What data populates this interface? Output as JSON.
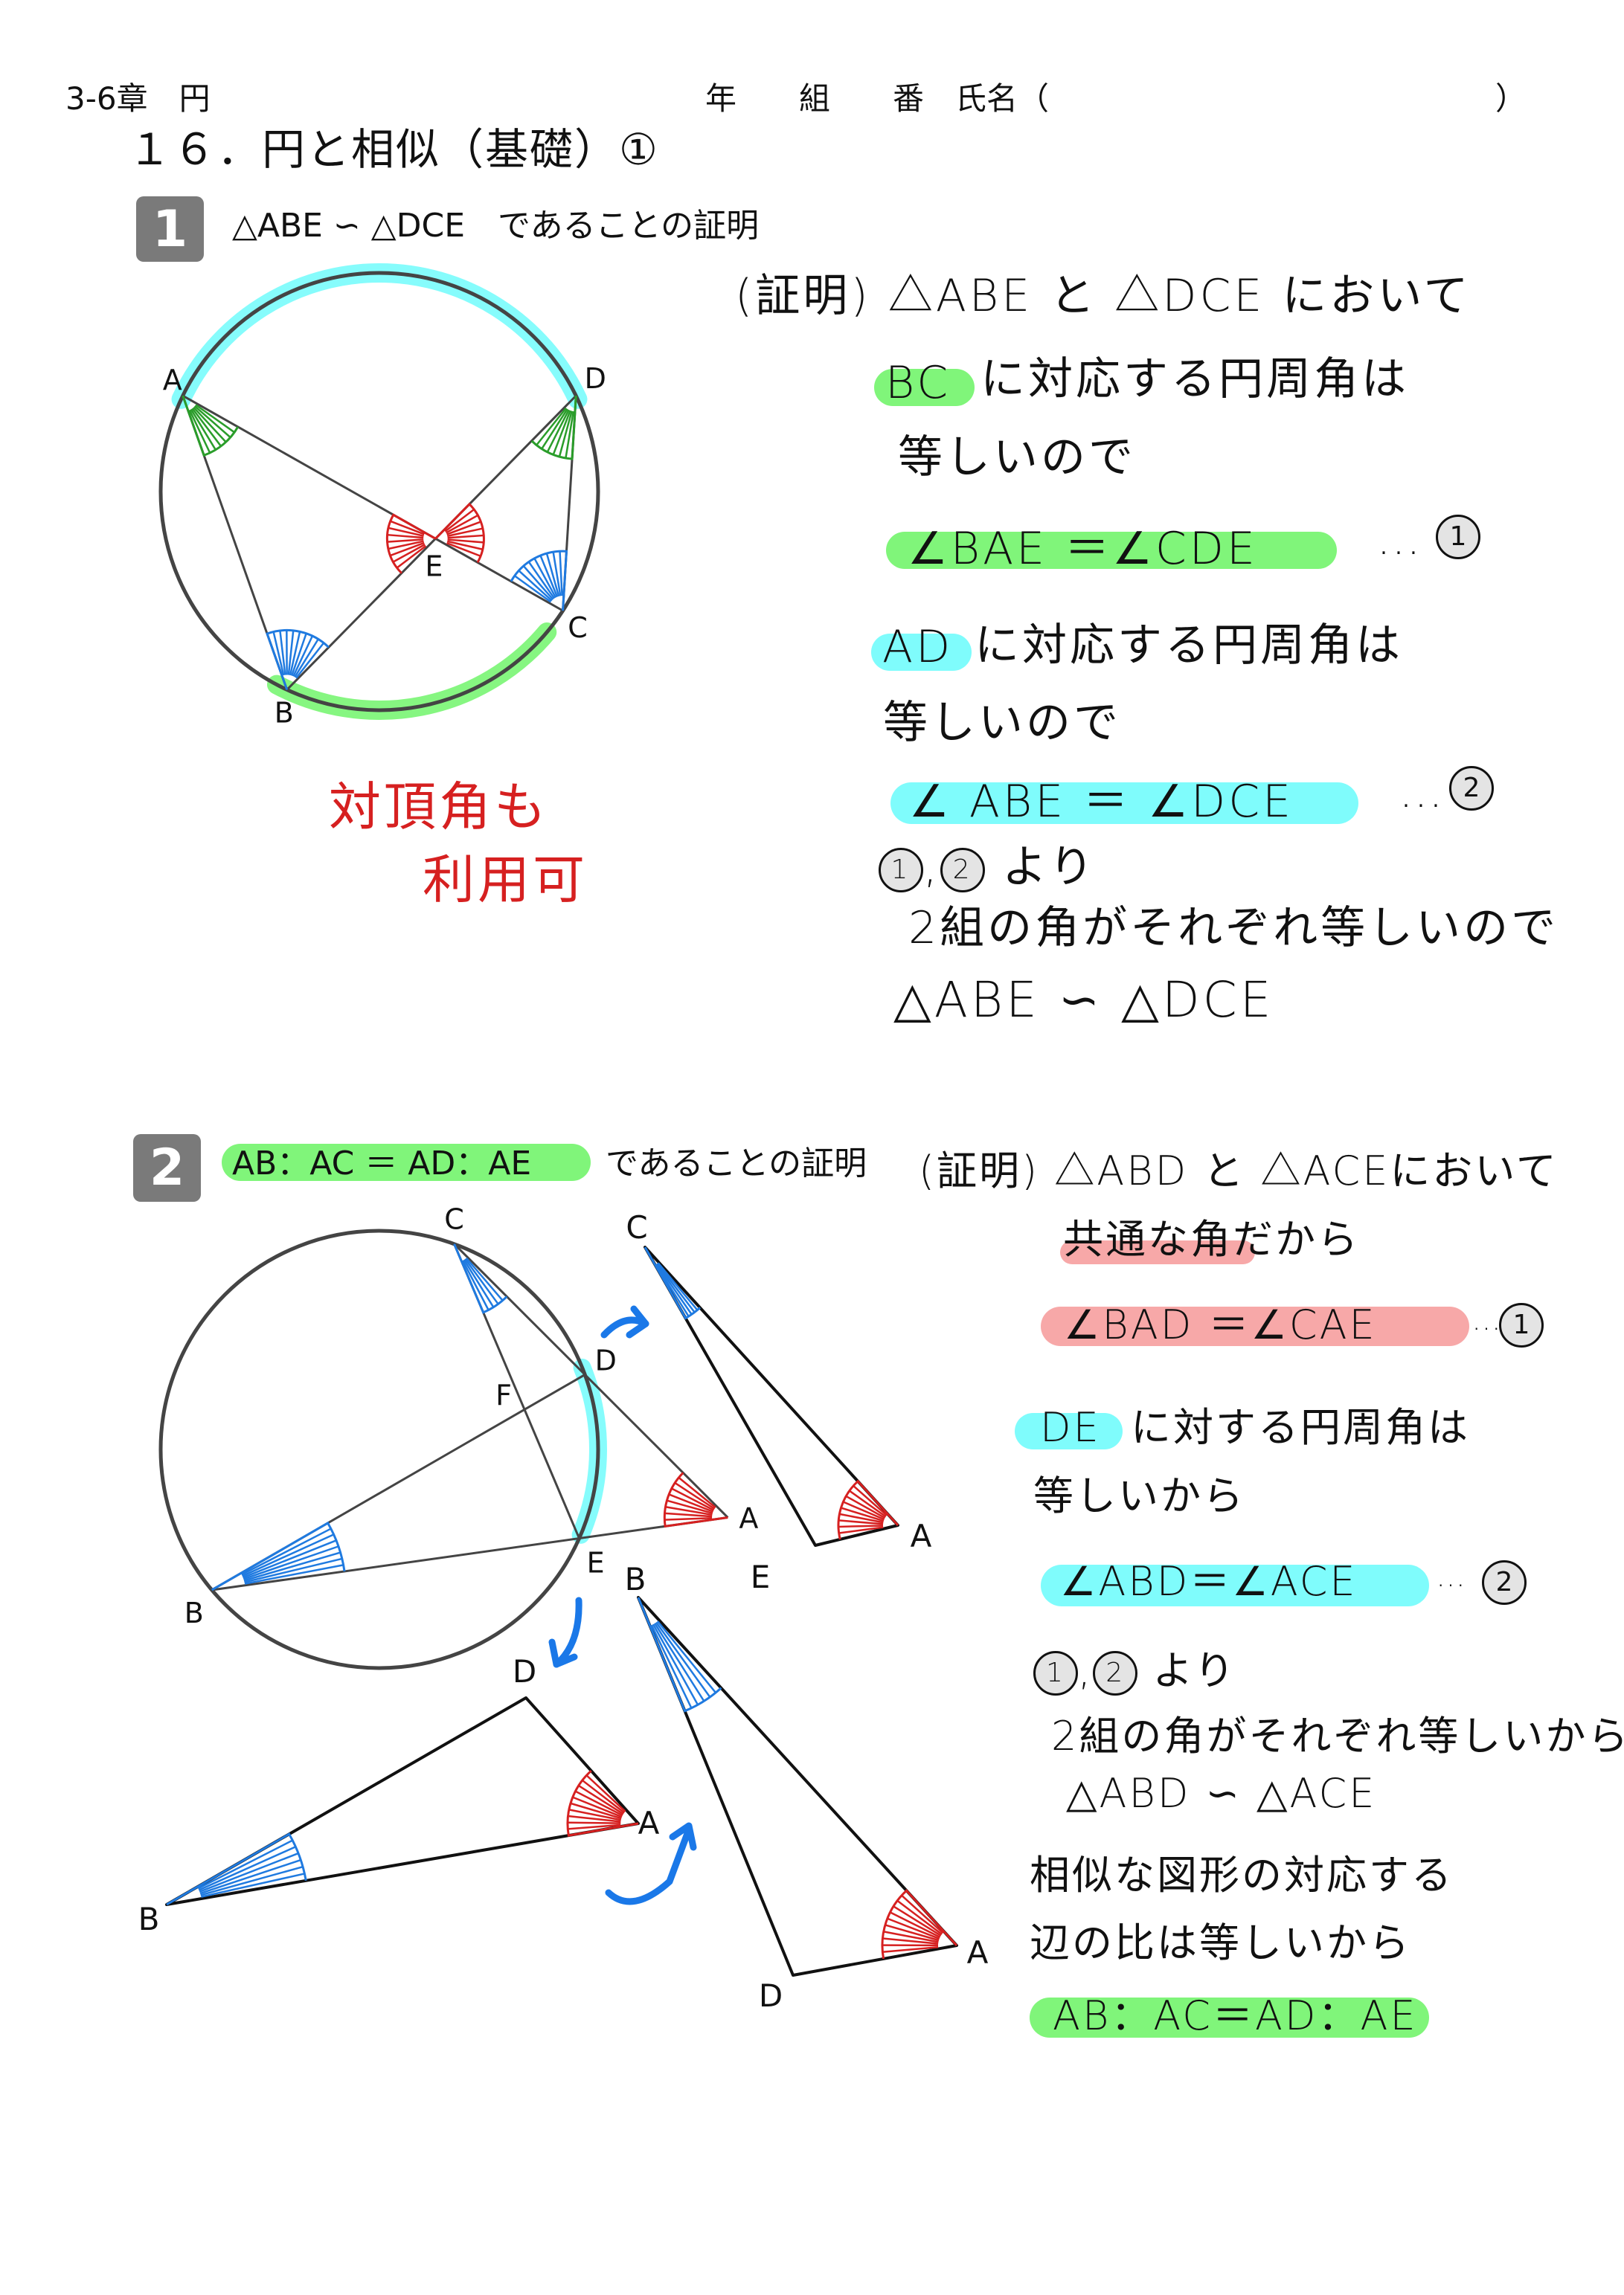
{
  "header": {
    "chapter": "3-6章　円",
    "class_fields": "年　　組　　番　氏名（",
    "close_paren": "）"
  },
  "title": "１６．円と相似（基礎）①",
  "problem1": {
    "number": "1",
    "statement": "△ABE ∽ △DCE　であることの証明",
    "point_labels": {
      "A": "A",
      "B": "B",
      "C": "C",
      "D": "D",
      "E": "E"
    },
    "note_line1": "対頂角も",
    "note_line2": "利用可",
    "proof": {
      "l1": "(証明) △ABE と △DCE において",
      "arc1": "BC",
      "l2": "に対応する円周角は",
      "l3": "等しいので",
      "eq1": "∠BAE ＝∠CDE",
      "ref1": "…",
      "ref1_num": "1",
      "arc2": "AD",
      "l4": "に対応する円周角は",
      "l5": "等しいので",
      "eq2": "∠ ABE ＝ ∠DCE",
      "ref2": "…",
      "ref2_num": "2",
      "from_a": "1",
      "from_b": "2",
      "from_text": "より",
      "l6": "2組の角がそれぞれ等しいので",
      "concl": "△ABE ∽ △DCE"
    }
  },
  "problem2": {
    "number": "2",
    "statement_highlight": "AB：AC ＝ AD：AE",
    "statement_rest": "であることの証明",
    "point_labels": {
      "A": "A",
      "B": "B",
      "C": "C",
      "D": "D",
      "E": "E",
      "F": "F"
    },
    "proof": {
      "l1": "(証明) △ABD と △ACEにおいて",
      "l2": "共通な角だから",
      "eq1": "∠BAD ＝∠CAE",
      "ref1": "…",
      "ref1_num": "1",
      "arc": "DE",
      "l3": "に対する円周角は",
      "l4": "等しいから",
      "eq2": "∠ABD＝∠ACE",
      "ref2": "…",
      "ref2_num": "2",
      "from_a": "1",
      "from_b": "2",
      "from_text": "より",
      "l5": "2組の角がそれぞれ等しいから",
      "concl": "△ABD ∽ △ACE",
      "l6": "相似な図形の対応する",
      "l7": "辺の比は等しいから",
      "result": "AB：AC＝AD：AE"
    }
  },
  "colors": {
    "green_highlight": "#80f57a",
    "cyan_highlight": "#7ffcfc",
    "pink_highlight": "#f7a8a8",
    "hatch_green": "#2a9d2a",
    "hatch_blue": "#1f7ae0",
    "hatch_red": "#d62020",
    "arrow_blue": "#1a78e8",
    "badge_gray": "#7a7a7a"
  }
}
